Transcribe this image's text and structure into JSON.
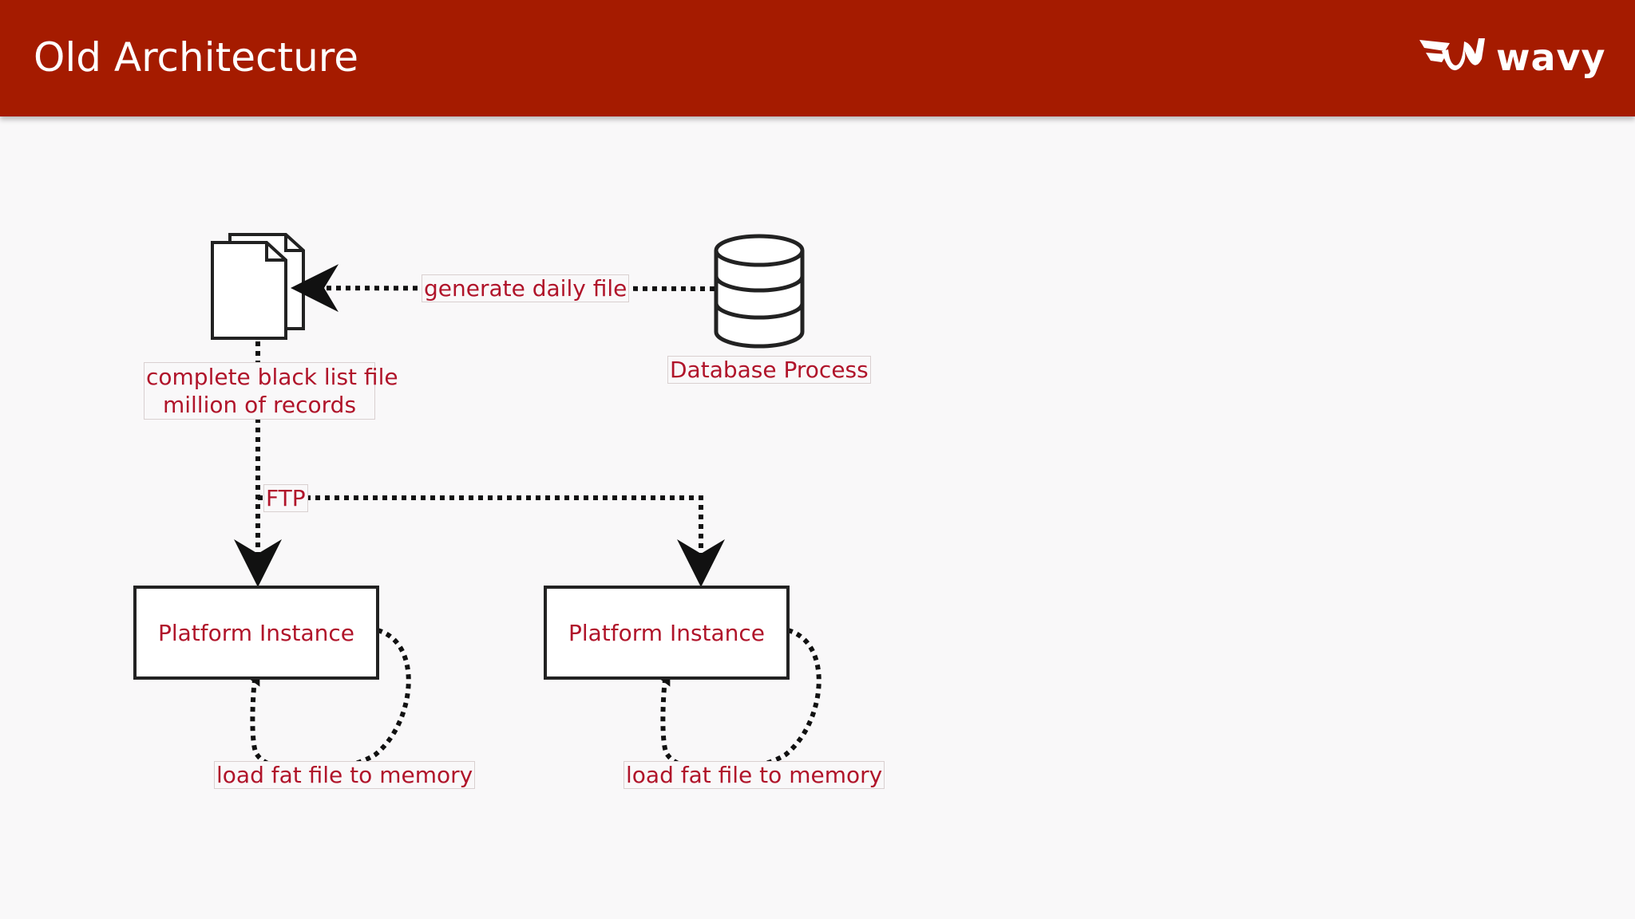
{
  "slide": {
    "title": "Old Architecture",
    "brand": "wavy",
    "colors": {
      "header": "#a51b00",
      "label": "#b0142a",
      "stroke": "#222222"
    }
  },
  "diagram": {
    "file_label_line1": "complete black list file",
    "file_label_line2": "million of records",
    "edge_generate": "generate daily file",
    "database_label": "Database Process",
    "edge_ftp": "FTP",
    "platform_left": "Platform Instance",
    "platform_right": "Platform Instance",
    "loop_left": "load fat file to memory",
    "loop_right": "load fat file to memory"
  }
}
